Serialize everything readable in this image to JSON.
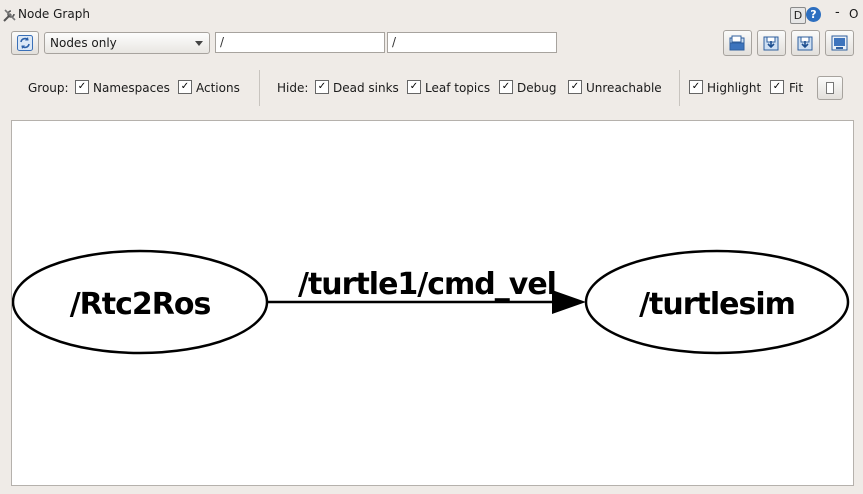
{
  "window": {
    "title": "Node Graph",
    "controls": {
      "d_label": "D",
      "help_label": "?",
      "minimize_label": "-",
      "close_label": "O"
    }
  },
  "toolbar": {
    "graph_type": "Nodes only",
    "node_filter": "/",
    "topic_filter": "/"
  },
  "options": {
    "group_label": "Group:",
    "group": [
      {
        "label": "Namespaces",
        "checked": true
      },
      {
        "label": "Actions",
        "checked": true
      }
    ],
    "hide_label": "Hide:",
    "hide": [
      {
        "label": "Dead sinks",
        "checked": true
      },
      {
        "label": "Leaf topics",
        "checked": true
      },
      {
        "label": "Debug",
        "checked": true
      },
      {
        "label": "Unreachable",
        "checked": true
      }
    ],
    "view": [
      {
        "label": "Highlight",
        "checked": true
      },
      {
        "label": "Fit",
        "checked": true
      }
    ]
  },
  "graph": {
    "nodes": [
      {
        "id": "rtc2ros",
        "label": "/Rtc2Ros"
      },
      {
        "id": "turtlesim",
        "label": "/turtlesim"
      }
    ],
    "edges": [
      {
        "from": "rtc2ros",
        "to": "turtlesim",
        "label": "/turtle1/cmd_vel"
      }
    ]
  }
}
